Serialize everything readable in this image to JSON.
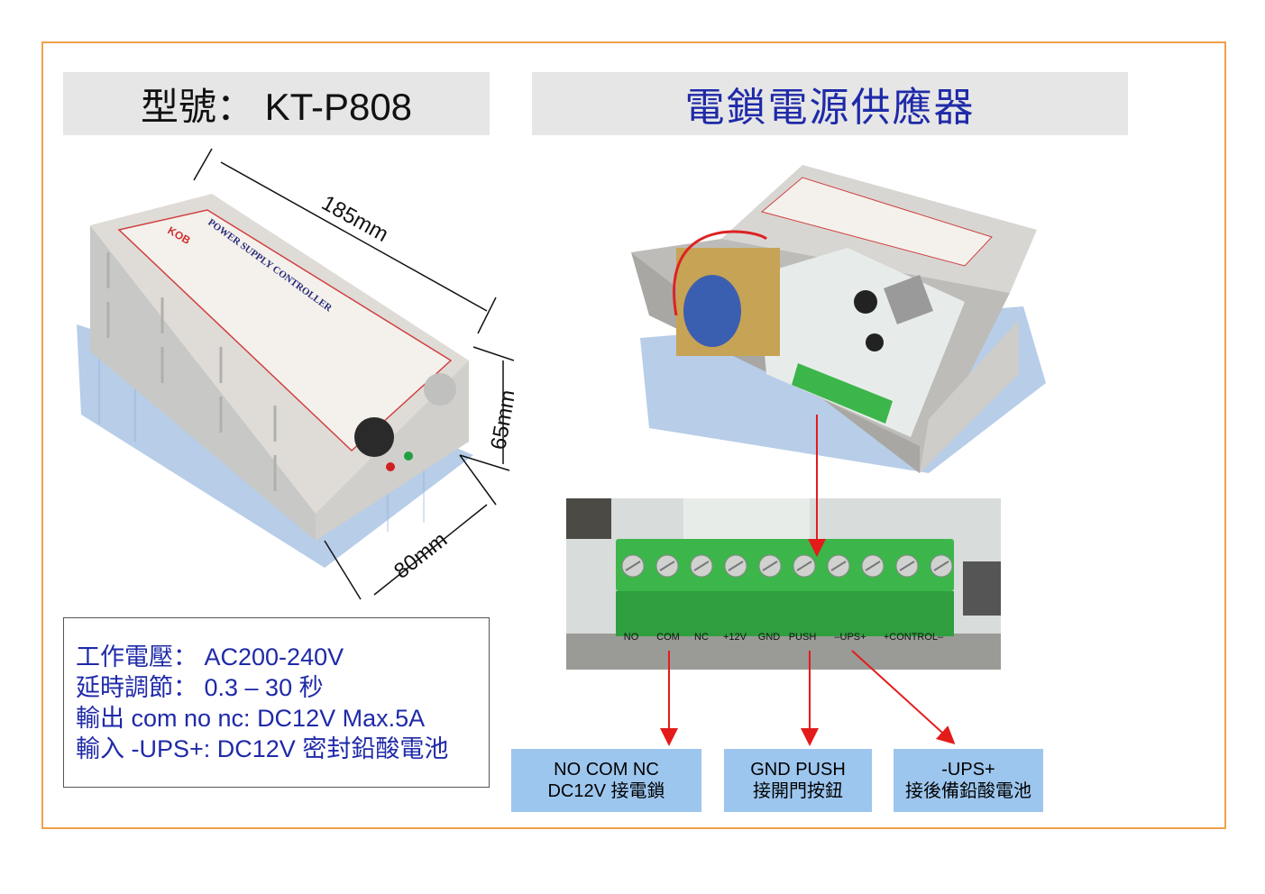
{
  "header": {
    "model": "型號：  KT-P808",
    "product": "電鎖電源供應器"
  },
  "device": {
    "dim_length": "185mm",
    "dim_height": "65mm",
    "dim_width": "80mm",
    "panel_title": "POWER SUPPLY CONTROLLER",
    "brand": "KOB"
  },
  "terminal": {
    "labels": [
      "NO",
      "COM",
      "NC",
      "+12V",
      "GND",
      "PUSH",
      "–UPS+",
      "+CONTROL–"
    ]
  },
  "specs": [
    "工作電壓：  AC200-240V",
    "延時調節：  0.3 – 30 秒",
    "輸出 com no nc: DC12V Max.5A",
    "輸入 -UPS+: DC12V 密封鉛酸電池"
  ],
  "callouts": {
    "lock": {
      "line1": "NO COM NC",
      "line2": "DC12V  接電鎖"
    },
    "push": {
      "line1": "GND PUSH",
      "line2": "接開門按鈕"
    },
    "ups": {
      "line1": "-UPS+",
      "line2": "接後備鉛酸電池"
    }
  },
  "colors": {
    "frame_border": "#f0a04b",
    "title_bg": "#e6e6e6",
    "accent_text": "#1f2aa8",
    "callout_bg": "#9dc6ee",
    "terminal_green": "#3cb64a",
    "arrow_red": "#e31b1b"
  }
}
